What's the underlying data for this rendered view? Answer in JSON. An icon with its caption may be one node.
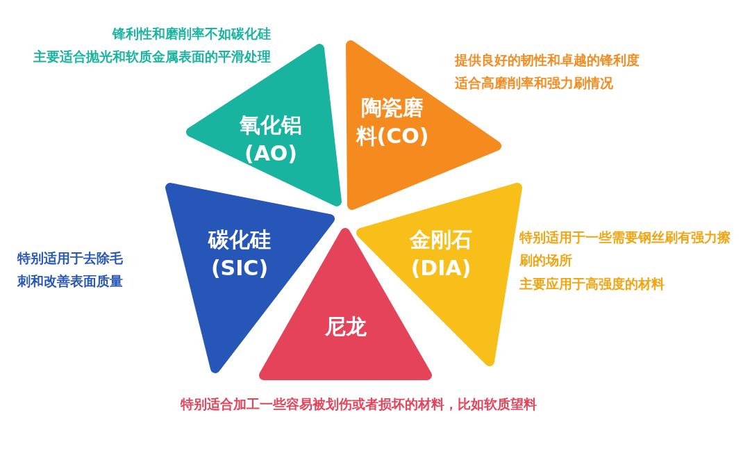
{
  "diagram": {
    "nodes": [
      {
        "text": [
          "氧化铝(AO)"
        ],
        "beside": [
          "锋利性和磨削率不如碳化硅",
          "主要适合抛光和软质金属表面的平滑处理"
        ]
      },
      {
        "text": [
          "陶瓷磨料(CO)"
        ],
        "beside": [
          "提供良好的韧性和卓越的锋利度",
          "适合高磨削率和强力刷情况"
        ]
      },
      {
        "text": [
          "碳化硅(SIC)"
        ],
        "beside": [
          "特别适用于去除毛刺和改善表面质量"
        ]
      },
      {
        "text": [
          "金刚石(DIA)"
        ],
        "beside": [
          "特别适用于一些需要钢丝刷有强力擦刷的场所",
          "主要应用于高强度的材料"
        ]
      },
      {
        "text": [
          "尼龙"
        ],
        "beside": [
          "特别适合加工一些容易被划伤或者损坏的材料，比如软质望料"
        ]
      }
    ]
  }
}
